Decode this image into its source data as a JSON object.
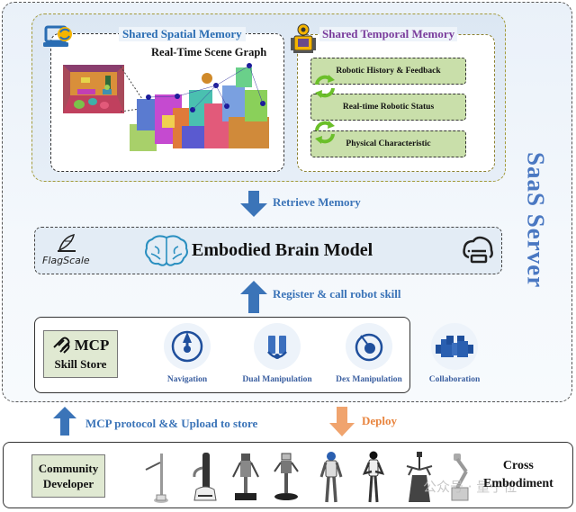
{
  "saas_server": {
    "label": "SaaS Server"
  },
  "memory": {
    "spatial": {
      "title": "Shared Spatial Memory",
      "scene_graph_title": "Real-Time Scene Graph"
    },
    "temporal": {
      "title": "Shared Temporal Memory",
      "items": [
        {
          "label": "Robotic History & Feedback"
        },
        {
          "label": "Real-time Robotic Status"
        },
        {
          "label": "Physical Characteristic"
        }
      ]
    }
  },
  "flows": {
    "retrieve": "Retrieve Memory",
    "register": "Register & call robot skill",
    "upload": "MCP protocol && Upload to store",
    "deploy": "Deploy"
  },
  "brain": {
    "logo_text": "FlagScale",
    "title": "Embodied Brain Model"
  },
  "skill_store": {
    "mcp_label": "MCP",
    "store_label": "Skill Store",
    "skills": [
      {
        "label": "Navigation",
        "icon": "navigation-icon"
      },
      {
        "label": "Dual Manipulation",
        "icon": "dual-manipulation-icon"
      },
      {
        "label": "Dex Manipulation",
        "icon": "dex-manipulation-icon"
      },
      {
        "label": "Collaboration",
        "icon": "collaboration-icon"
      }
    ]
  },
  "embodiment": {
    "developer_label": "Community Developer",
    "cross_label_line1": "Cross",
    "cross_label_line2": "Embodiment",
    "robots": [
      "robot-arm-on-pole",
      "mobile-manipulator",
      "dual-arm-mobile-robot",
      "self-balancing-robot",
      "humanoid-robot-blue",
      "humanoid-robot-black",
      "multi-arm-robot",
      "collaborative-arm"
    ],
    "watermark": "公众号 · 量子位"
  },
  "colors": {
    "accent_blue": "#3b74b8",
    "deploy_orange": "#f0a46e",
    "temporal_purple": "#7a3d9c",
    "green_box": "#c9dfaa",
    "skill_blue": "#1f4f9c"
  }
}
